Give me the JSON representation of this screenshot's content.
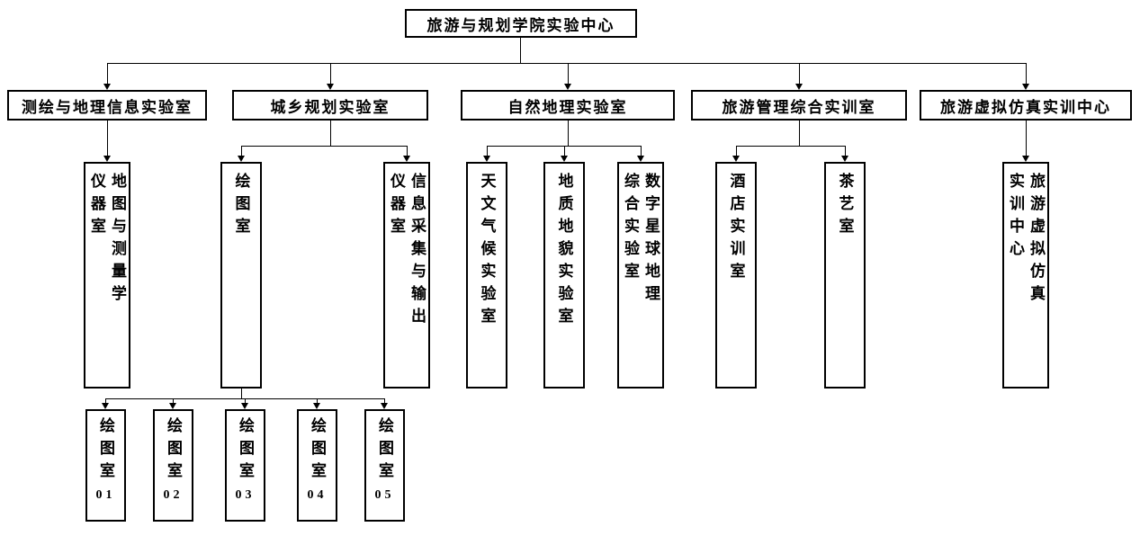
{
  "root": {
    "label": "旅游与规划学院实验中心"
  },
  "departments": [
    {
      "label": "测绘与地理信息实验室"
    },
    {
      "label": "城乡规划实验室"
    },
    {
      "label": "自然地理实验室"
    },
    {
      "label": "旅游管理综合实训室"
    },
    {
      "label": "旅游虚拟仿真实训中心"
    }
  ],
  "rooms": {
    "map_survey_instrument": {
      "col1": "地图与测量学",
      "col2": "仪器室"
    },
    "drawing": {
      "label": "绘图室"
    },
    "info_collect_instrument": {
      "col1": "信息采集与输出",
      "col2": "仪器室"
    },
    "astro_climate": {
      "label": "天文气候实验室"
    },
    "geology_landform": {
      "label": "地质地貌实验室"
    },
    "digital_planet": {
      "col1": "数字星球地理",
      "col2": "综合实验室"
    },
    "hotel_training": {
      "label": "酒店实训室"
    },
    "tea_art": {
      "label": "茶艺室"
    },
    "tourism_virtual": {
      "col1": "旅游虚拟仿真",
      "col2": "实训中心"
    }
  },
  "drawing_rooms": [
    {
      "name": "绘图室",
      "number": "01"
    },
    {
      "name": "绘图室",
      "number": "02"
    },
    {
      "name": "绘图室",
      "number": "03"
    },
    {
      "name": "绘图室",
      "number": "04"
    },
    {
      "name": "绘图室",
      "number": "05"
    }
  ]
}
